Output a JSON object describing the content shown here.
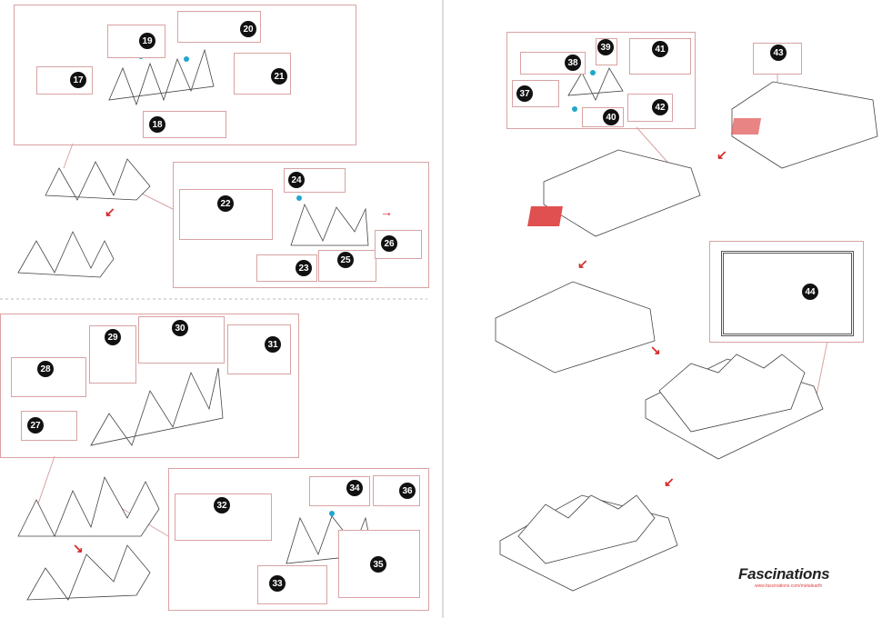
{
  "parts": {
    "p17": "17",
    "p18": "18",
    "p19": "19",
    "p20": "20",
    "p21": "21",
    "p22": "22",
    "p23": "23",
    "p24": "24",
    "p25": "25",
    "p26": "26",
    "p27": "27",
    "p28": "28",
    "p29": "29",
    "p30": "30",
    "p31": "31",
    "p32": "32",
    "p33": "33",
    "p34": "34",
    "p35": "35",
    "p36": "36",
    "p37": "37",
    "p38": "38",
    "p39": "39",
    "p40": "40",
    "p41": "41",
    "p42": "42",
    "p43": "43",
    "p44": "44"
  },
  "brand": {
    "name": "Fascinations",
    "url": "www.fascinations.com/metalearth"
  },
  "colors": {
    "box_border": "#d9a2a2",
    "arrow": "#d42a2a",
    "highlight": "#e05050",
    "dot_blue": "#1fa7c9"
  }
}
